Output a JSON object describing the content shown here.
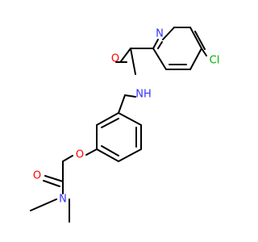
{
  "atoms": {
    "pyridine_n": {
      "label": "N",
      "color": "#3333ff"
    },
    "carbonyl_o": {
      "label": "O",
      "color": "#ff0000"
    },
    "amide_nh": {
      "label": "NH",
      "color": "#3333ff"
    },
    "chlorine": {
      "label": "Cl",
      "color": "#00b000"
    },
    "ether_o": {
      "label": "O",
      "color": "#ff0000"
    },
    "amide_o2": {
      "label": "O",
      "color": "#ff0000"
    },
    "dimethyl_n": {
      "label": "N",
      "color": "#3333ff"
    }
  },
  "colors": {
    "bond": "#000000",
    "background": "#ffffff"
  }
}
